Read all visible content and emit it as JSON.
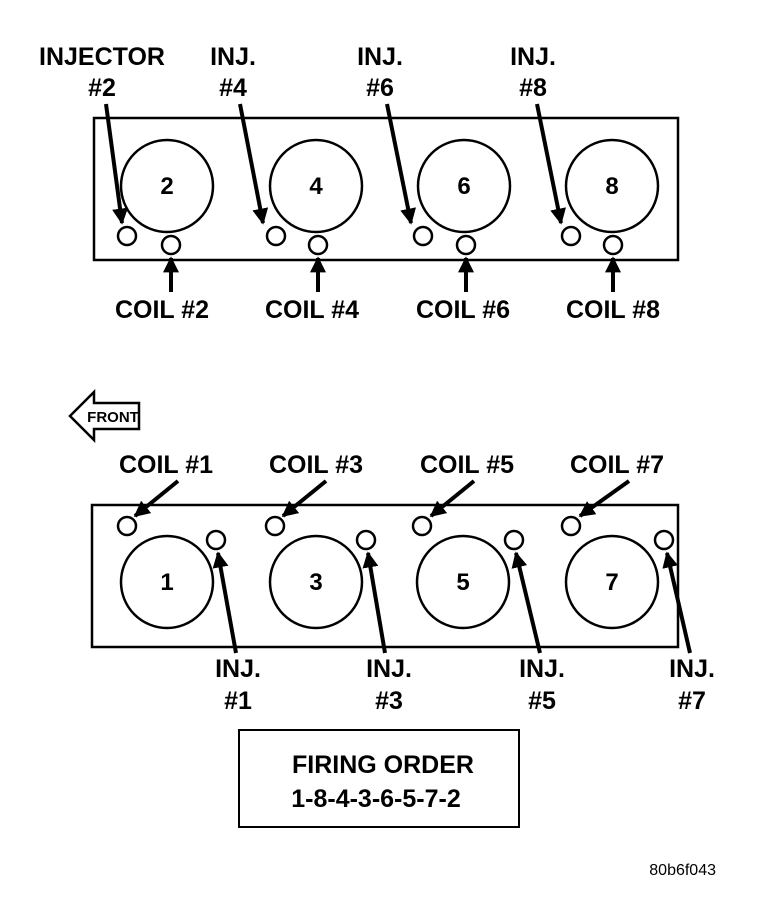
{
  "top_bank": {
    "cylinders": [
      "2",
      "4",
      "6",
      "8"
    ],
    "injector_labels": [
      [
        "INJECTOR",
        "#2"
      ],
      [
        "INJ.",
        "#4"
      ],
      [
        "INJ.",
        "#6"
      ],
      [
        "INJ.",
        "#8"
      ]
    ],
    "coil_labels": [
      "COIL #2",
      "COIL #4",
      "COIL #6",
      "COIL #8"
    ]
  },
  "bottom_bank": {
    "cylinders": [
      "1",
      "3",
      "5",
      "7"
    ],
    "coil_labels": [
      "COIL #1",
      "COIL #3",
      "COIL #5",
      "COIL #7"
    ],
    "injector_labels": [
      [
        "INJ.",
        "#1"
      ],
      [
        "INJ.",
        "#3"
      ],
      [
        "INJ.",
        "#5"
      ],
      [
        "INJ.",
        "#7"
      ]
    ]
  },
  "front_label": "FRONT",
  "firing_order": {
    "title": "FIRING ORDER",
    "sequence": "1-8-4-3-6-5-7-2"
  },
  "figure_code": "80b6f043"
}
